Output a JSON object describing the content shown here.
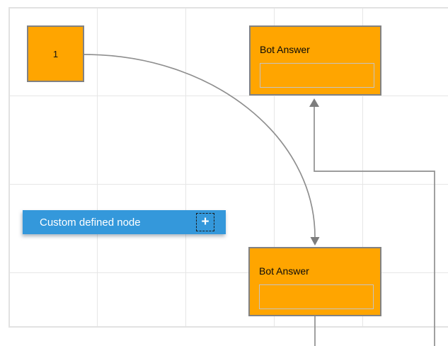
{
  "diagram": {
    "node1": {
      "label": "1"
    },
    "bot_answer_top": {
      "title": "Bot Answer",
      "field_value": ""
    },
    "bot_answer_bottom": {
      "title": "Bot Answer",
      "field_value": ""
    },
    "custom_node": {
      "label": "Custom defined node",
      "icon": "plus-icon",
      "plus_glyph": "+"
    },
    "colors": {
      "node_orange": "#FFA500",
      "node_border": "#828282",
      "accent_blue": "#3498DB",
      "connector_gray": "#8F8F8F",
      "arrow_gray": "#7D7D7D",
      "grid_line": "#E6E6E6"
    }
  }
}
